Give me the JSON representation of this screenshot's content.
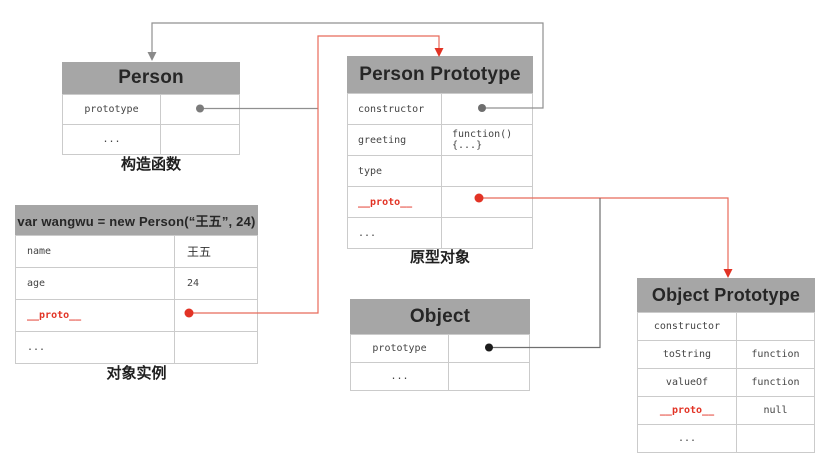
{
  "colors": {
    "header_bg": "#a6a6a6",
    "red_accent": "#e23325",
    "red_line": "#e86a5a",
    "gray_line": "#909090",
    "dark_line": "#6f6f6f",
    "table_border": "#cbcbcb"
  },
  "person": {
    "title": "Person",
    "caption": "构造函数",
    "rows": [
      {
        "key": "prototype",
        "value": ""
      },
      {
        "key": "...",
        "value": ""
      }
    ]
  },
  "person_prototype": {
    "title": "Person Prototype",
    "caption": "原型对象",
    "rows": [
      {
        "key": "constructor",
        "value": ""
      },
      {
        "key": "greeting",
        "value": "function(){...}"
      },
      {
        "key": "type",
        "value": ""
      },
      {
        "key": "__proto__",
        "value": ""
      },
      {
        "key": "...",
        "value": ""
      }
    ]
  },
  "instance": {
    "title": "var wangwu = new Person(“王五”, 24)",
    "caption": "对象实例",
    "rows": [
      {
        "key": "name",
        "value": "王五"
      },
      {
        "key": "age",
        "value": "24"
      },
      {
        "key": "__proto__",
        "value": ""
      },
      {
        "key": "...",
        "value": ""
      }
    ]
  },
  "object": {
    "title": "Object",
    "rows": [
      {
        "key": "prototype",
        "value": ""
      },
      {
        "key": "...",
        "value": ""
      }
    ]
  },
  "object_prototype": {
    "title": "Object Prototype",
    "rows": [
      {
        "key": "constructor",
        "value": ""
      },
      {
        "key": "toString",
        "value": "function"
      },
      {
        "key": "valueOf",
        "value": "function"
      },
      {
        "key": "__proto__",
        "value": "null"
      },
      {
        "key": "...",
        "value": ""
      }
    ]
  }
}
